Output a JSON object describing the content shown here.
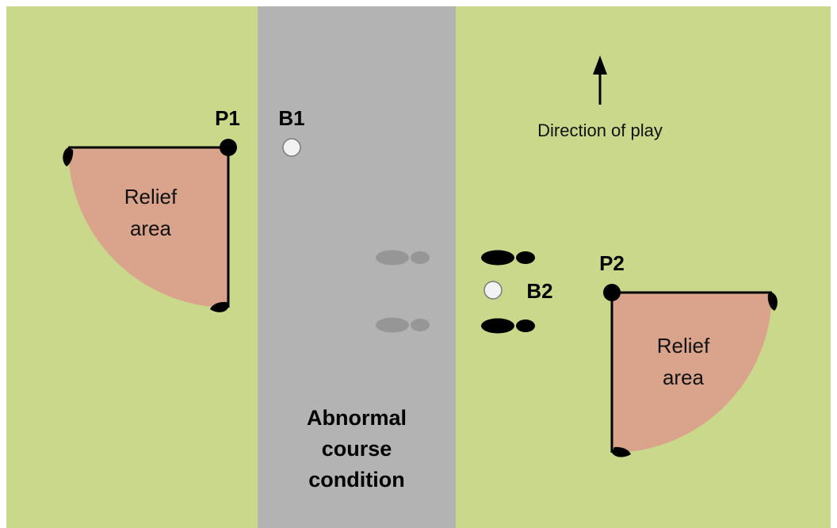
{
  "colors": {
    "grass": "#c9d88a",
    "path": "#b2b3b2",
    "relief": "#d9a48b",
    "black": "#000000",
    "footprint_gray": "#969696",
    "ball_fill": "#f2f2f2",
    "ball_stroke": "#7a7a7a"
  },
  "labels": {
    "p1": "P1",
    "b1": "B1",
    "p2": "P2",
    "b2": "B2",
    "relief_left_line1": "Relief",
    "relief_left_line2": "area",
    "relief_right_line1": "Relief",
    "relief_right_line2": "area",
    "direction": "Direction of play",
    "abnormal_line1": "Abnormal",
    "abnormal_line2": "course",
    "abnormal_line3": "condition"
  },
  "icons": {
    "direction_arrow": "arrow-up-icon",
    "footprint": "footprint-icon",
    "ball": "golf-ball-icon",
    "tee_marker": "tee-marker-icon"
  }
}
